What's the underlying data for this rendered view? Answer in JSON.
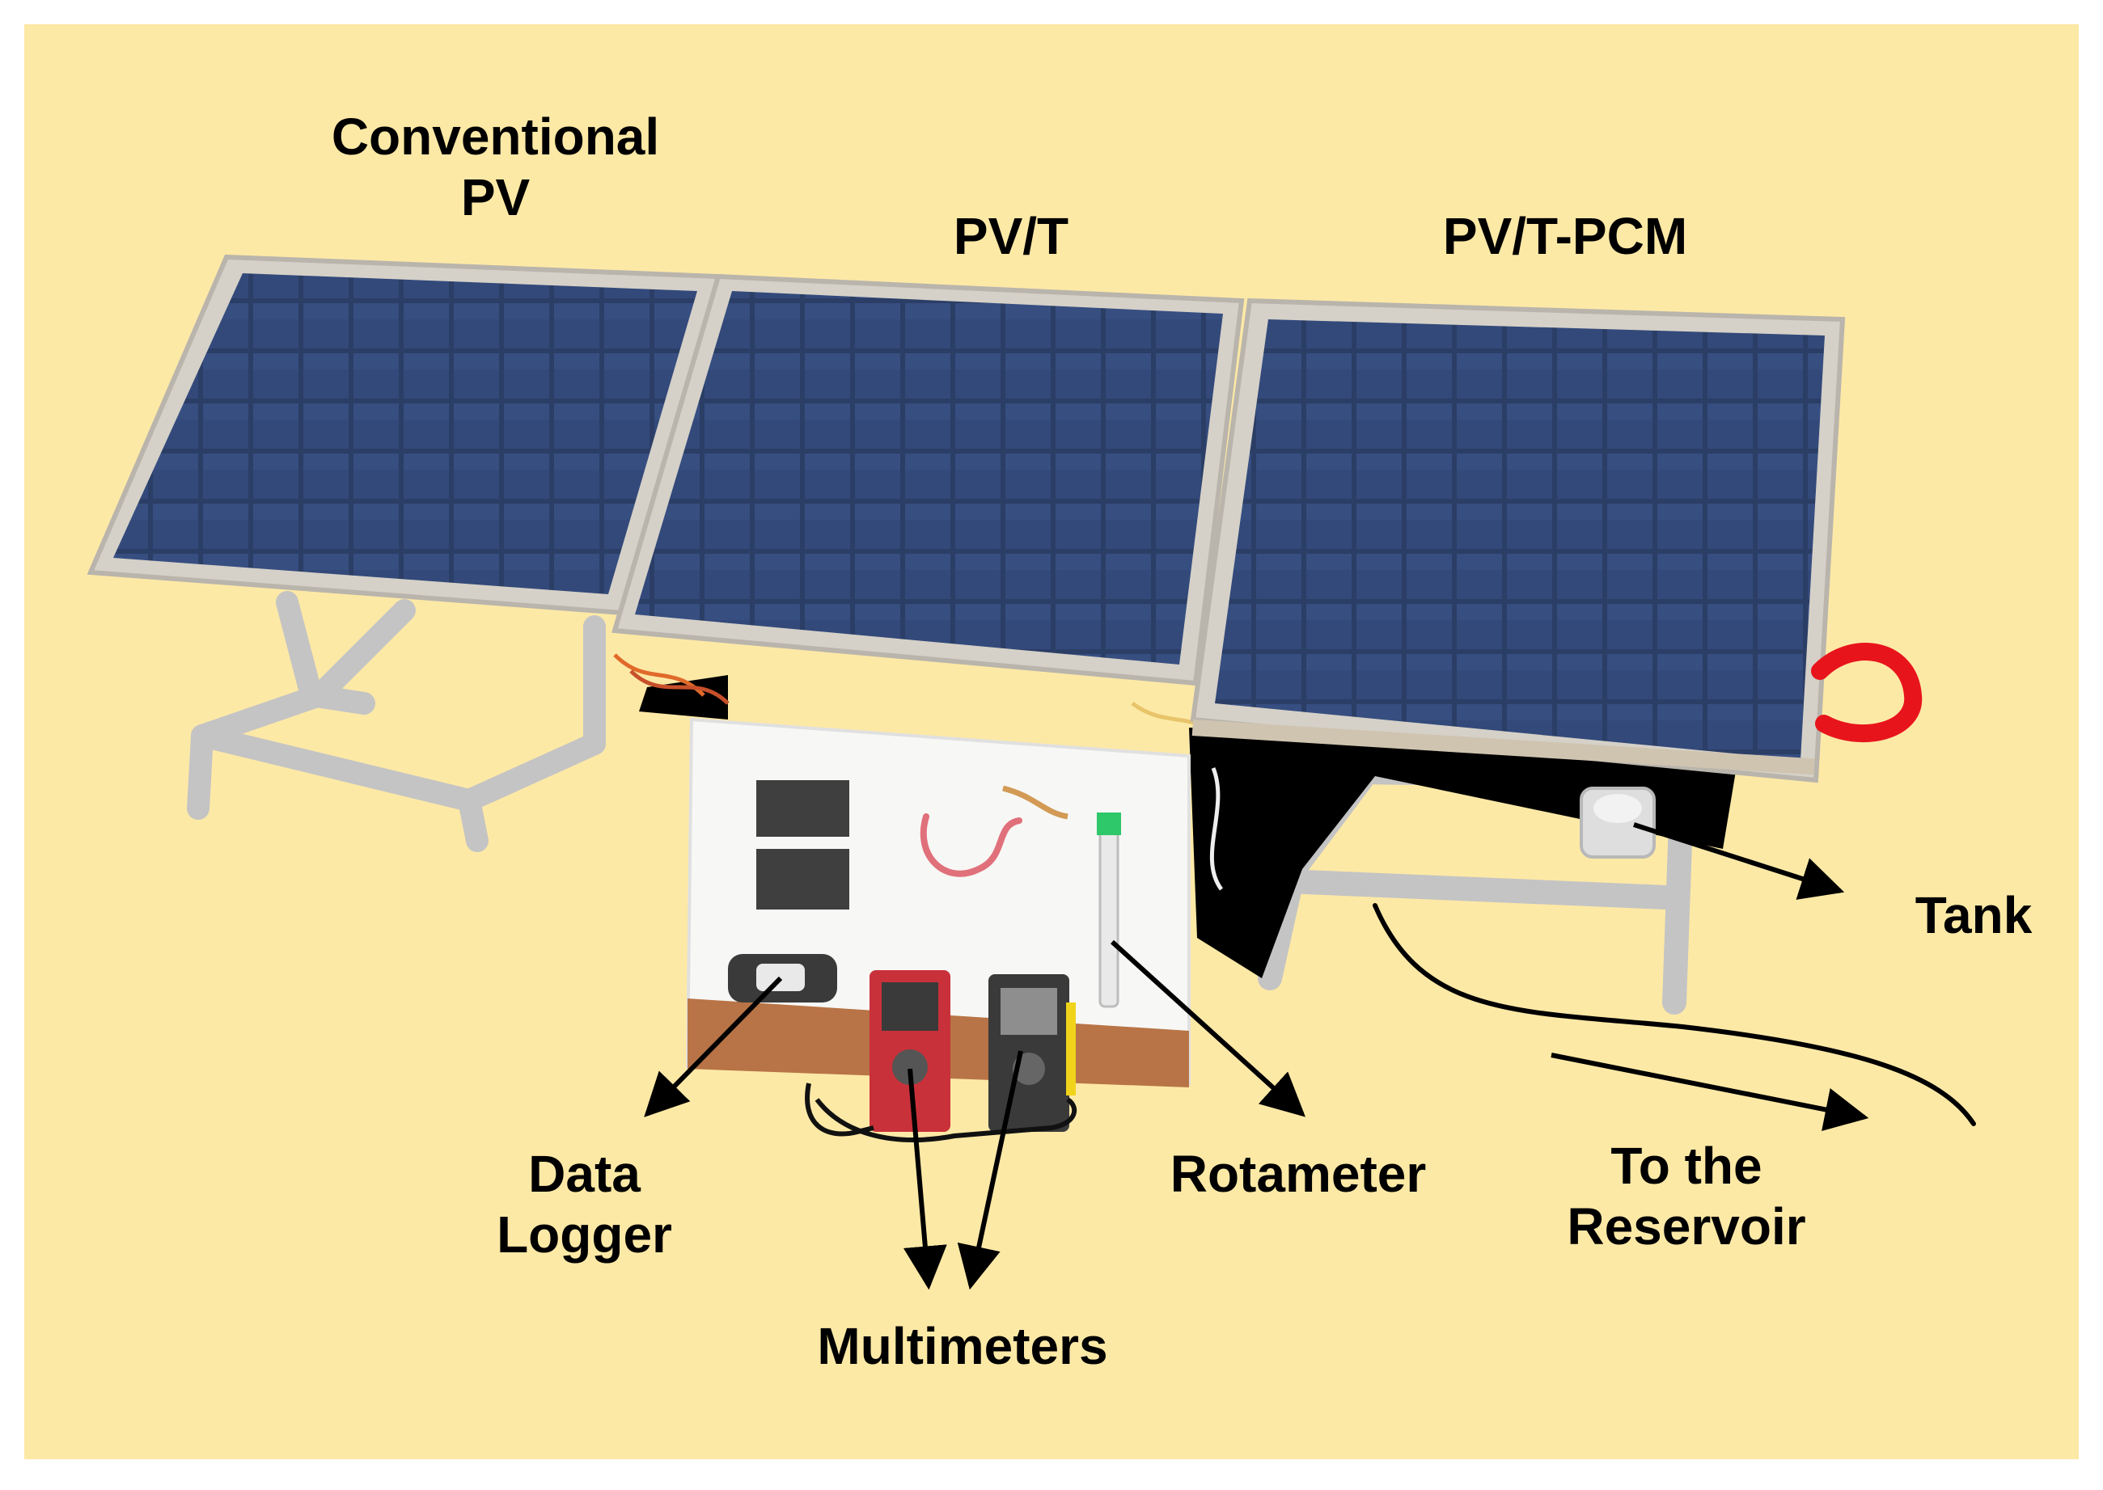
{
  "figure": {
    "colors": {
      "background": "#fde9a6",
      "panel_cell": "#2c3f66",
      "panel_frame": "#d3cfc6",
      "stand": "#c4c4c4",
      "cabinet": "#f7f7f5",
      "cabinet_base": "#b87446",
      "meter_red": "#c9313a",
      "meter_dark": "#3a3a3a",
      "hose_red": "#e8141c",
      "shadow": "#000000"
    },
    "labels": {
      "conventional_pv": [
        "Conventional",
        "PV"
      ],
      "pvt": "PV/T",
      "pvt_pcm": "PV/T-PCM",
      "tank": "Tank",
      "data_logger": [
        "Data",
        "Logger"
      ],
      "multimeters": "Multimeters",
      "rotameter": "Rotameter",
      "reservoir": [
        "To the",
        "Reservoir"
      ]
    }
  }
}
